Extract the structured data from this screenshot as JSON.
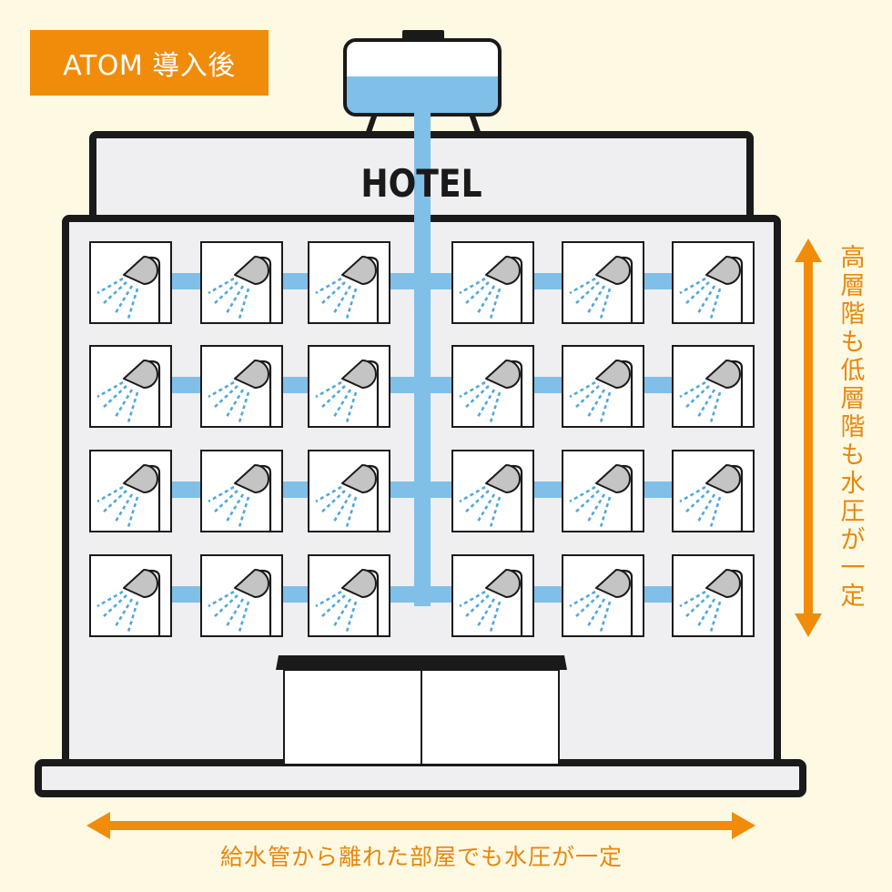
{
  "badge": {
    "text": "ATOM 導入後"
  },
  "building": {
    "sign": "HOTEL"
  },
  "annotations": {
    "vertical": "高層階も低層階も水圧が一定",
    "horizontal": "給水管から離れた部屋でも水圧が一定"
  },
  "grid": {
    "floors": 4,
    "rooms_per_floor": 6
  },
  "icons": {
    "tank": "water-tank-icon",
    "shower": "shower-icon",
    "arrow_v": "double-arrow-vertical-icon",
    "arrow_h": "double-arrow-horizontal-icon"
  },
  "colors": {
    "background": "#fdf9e3",
    "accent": "#f08c0a",
    "accent_text": "#e8870d",
    "water": "#7fbfe8",
    "water_spray": "#4fa8dc",
    "building": "#efeff1",
    "outline": "#1a1a1a",
    "shower_head": "#c4c4c4"
  }
}
